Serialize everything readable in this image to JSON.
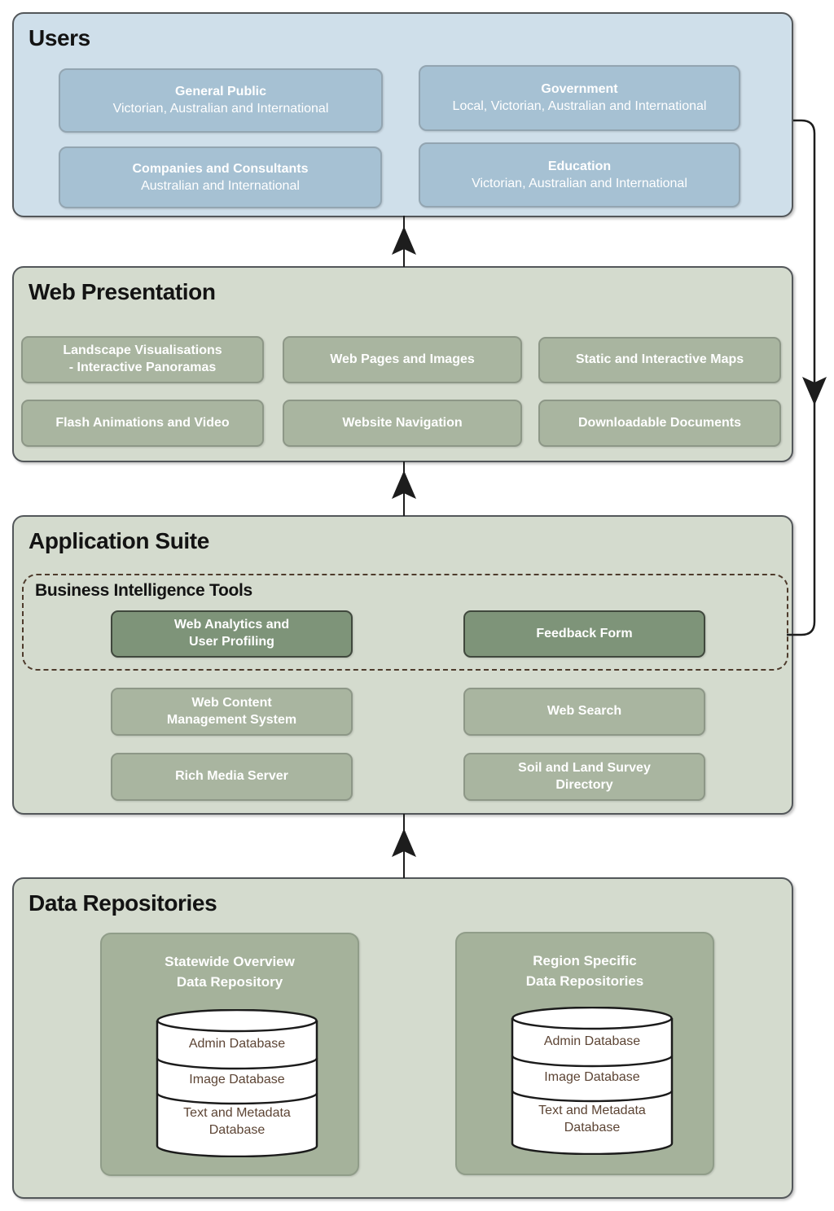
{
  "diagram": {
    "type": "layered-architecture-flow"
  },
  "colors": {
    "users_section_bg": "#cfdfea",
    "users_box_bg": "#a6c1d3",
    "green_section_bg": "#d4dbce",
    "green_box_bg": "#a9b5a0",
    "dark_green_box_bg": "#7e9479",
    "repo_box_bg": "#a5b29b",
    "dashed_border": "#4e3b2c",
    "panel_border": "#53575a",
    "arrow": "#1d1d1d",
    "cylinder_text": "#5c4434",
    "box_text": "#ffffff",
    "title_text": "#131313"
  },
  "users": {
    "title": "Users",
    "boxes": [
      {
        "title": "General Public",
        "subtitle": "Victorian, Australian and International"
      },
      {
        "title": "Government",
        "subtitle": "Local, Victorian, Australian and International"
      },
      {
        "title": "Companies and Consultants",
        "subtitle": "Australian and International"
      },
      {
        "title": "Education",
        "subtitle": "Victorian, Australian and International"
      }
    ]
  },
  "web_presentation": {
    "title": "Web Presentation",
    "boxes": [
      {
        "label": "Landscape Visualisations\n- Interactive Panoramas"
      },
      {
        "label": "Web Pages and Images"
      },
      {
        "label": "Static and Interactive Maps"
      },
      {
        "label": "Flash Animations and Video"
      },
      {
        "label": "Website Navigation"
      },
      {
        "label": "Downloadable Documents"
      }
    ]
  },
  "application_suite": {
    "title": "Application Suite",
    "business_intelligence": {
      "title": "Business Intelligence Tools",
      "boxes": [
        {
          "label": "Web Analytics and\nUser Profiling"
        },
        {
          "label": "Feedback Form"
        }
      ]
    },
    "boxes": [
      {
        "label": "Web Content\nManagement System"
      },
      {
        "label": "Web Search"
      },
      {
        "label": "Rich Media Server"
      },
      {
        "label": "Soil and Land Survey\nDirectory"
      }
    ]
  },
  "data_repositories": {
    "title": "Data Repositories",
    "repositories": [
      {
        "title": "Statewide Overview\nData Repository",
        "databases": [
          "Admin Database",
          "Image Database",
          "Text and Metadata\nDatabase"
        ]
      },
      {
        "title": "Region Specific\nData Repositories",
        "databases": [
          "Admin Database",
          "Image Database",
          "Text and Metadata\nDatabase"
        ]
      }
    ]
  }
}
